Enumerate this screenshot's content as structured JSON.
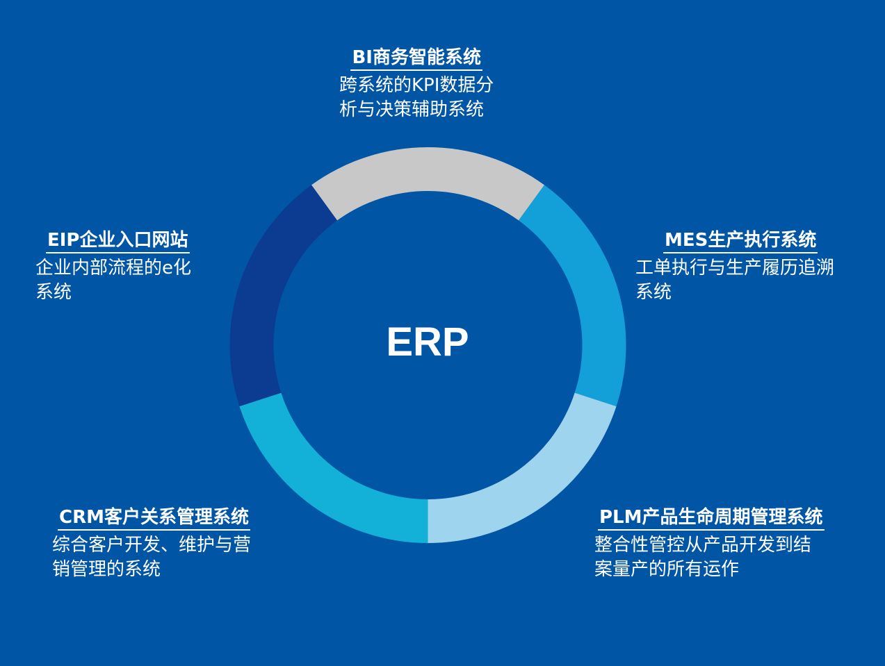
{
  "center_label": "ERP",
  "colors": {
    "background": "#0055a5"
  },
  "modules": [
    {
      "id": "bi",
      "title": "BI商务智能系统",
      "desc": [
        "跨系统的KPI数据分",
        "析与决策辅助系统"
      ],
      "color": "#c8c8c8"
    },
    {
      "id": "mes",
      "title": "MES生产执行系统",
      "desc": [
        "工单执行与生产履历追溯",
        "系统"
      ],
      "color": "#13a0d8"
    },
    {
      "id": "plm",
      "title": "PLM产品生命周期管理系统",
      "desc": [
        "整合性管控从产品开发到结",
        "案量产的所有运作"
      ],
      "color": "#9ed4ee"
    },
    {
      "id": "crm",
      "title": "CRM客户关系管理系统",
      "desc": [
        "综合客户开发、维护与营",
        "销管理的系统"
      ],
      "color": "#13b1d8"
    },
    {
      "id": "eip",
      "title": "EIP企业入口网站",
      "desc": [
        "企业内部流程的e化",
        "系统"
      ],
      "color": "#0c3c92"
    }
  ]
}
